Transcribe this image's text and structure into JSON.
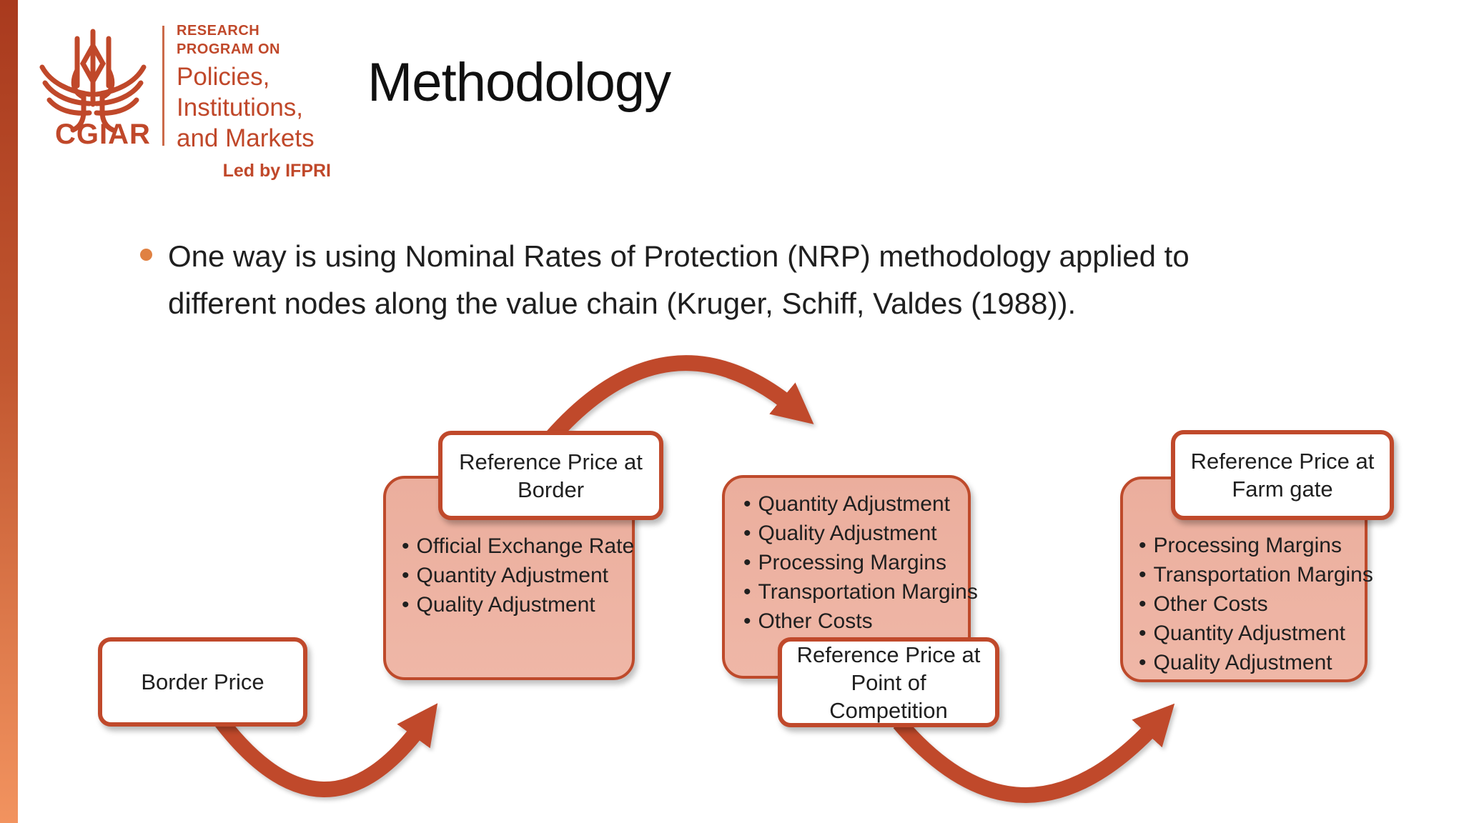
{
  "logo": {
    "org": "CGIAR",
    "kicker_line1": "RESEARCH",
    "kicker_line2": "PROGRAM ON",
    "name_line1": "Policies,",
    "name_line2": "Institutions,",
    "name_line3": "and Markets",
    "led_by": "Led by IFPRI"
  },
  "header": {
    "title": "Methodology"
  },
  "body": {
    "bullet_text": "One way is using Nominal Rates of Protection (NRP) methodology applied to different nodes along the value chain (Kruger, Schiff, Valdes (1988))."
  },
  "diagram": {
    "border_price": {
      "label": "Border Price"
    },
    "border_node": {
      "label": "Reference Price at Border",
      "items": [
        "Official Exchange Rate",
        "Quantity Adjustment",
        "Quality Adjustment"
      ]
    },
    "competition_node": {
      "label": "Reference Price at Point of Competition",
      "items": [
        "Quantity Adjustment",
        "Quality Adjustment",
        "Processing Margins",
        "Transportation Margins",
        "Other Costs"
      ]
    },
    "farmgate_node": {
      "label": "Reference Price at Farm gate",
      "items": [
        "Processing Margins",
        "Transportation Margins",
        "Other Costs",
        "Quantity Adjustment",
        "Quality Adjustment"
      ]
    }
  },
  "colors": {
    "accent": "#C0492B",
    "node_fill": "#EDB2A2",
    "sidebar_top": "#A93A1E",
    "sidebar_bottom": "#F2935F",
    "bullet_dot": "#E08142",
    "text": "#262626"
  }
}
